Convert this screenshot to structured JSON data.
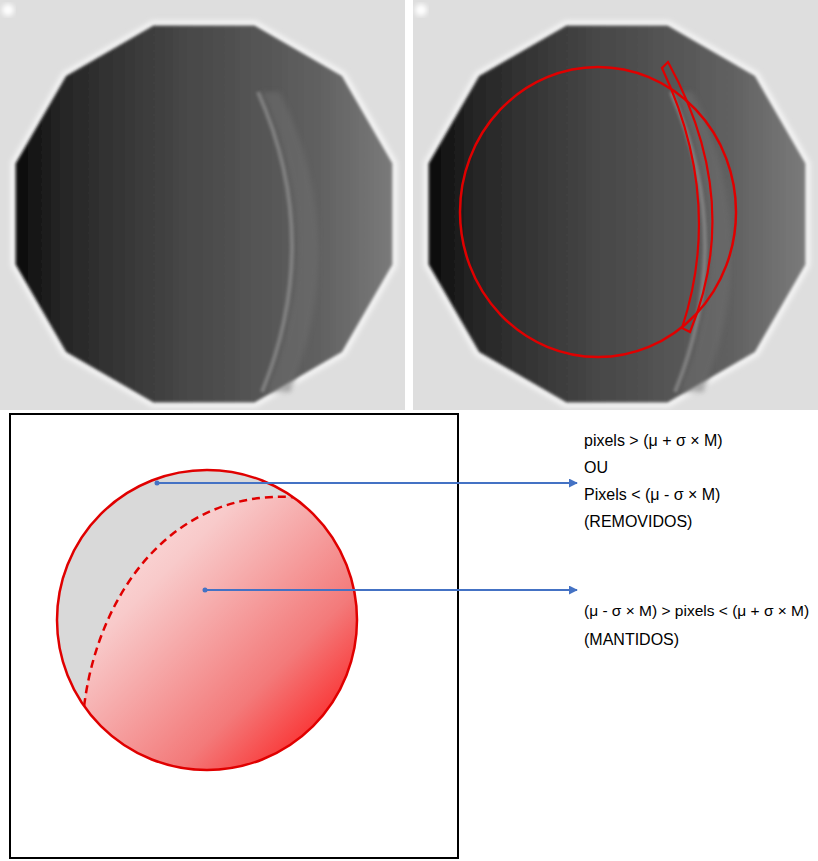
{
  "diagram": {
    "labels": [
      "pixels > (μ + σ × M)",
      "OU",
      "Pixels < (μ - σ × M)",
      "(REMOVIDOS)",
      "(μ - σ × M) > pixels < (μ + σ × M)",
      "(MANTIDOS)"
    ]
  }
}
